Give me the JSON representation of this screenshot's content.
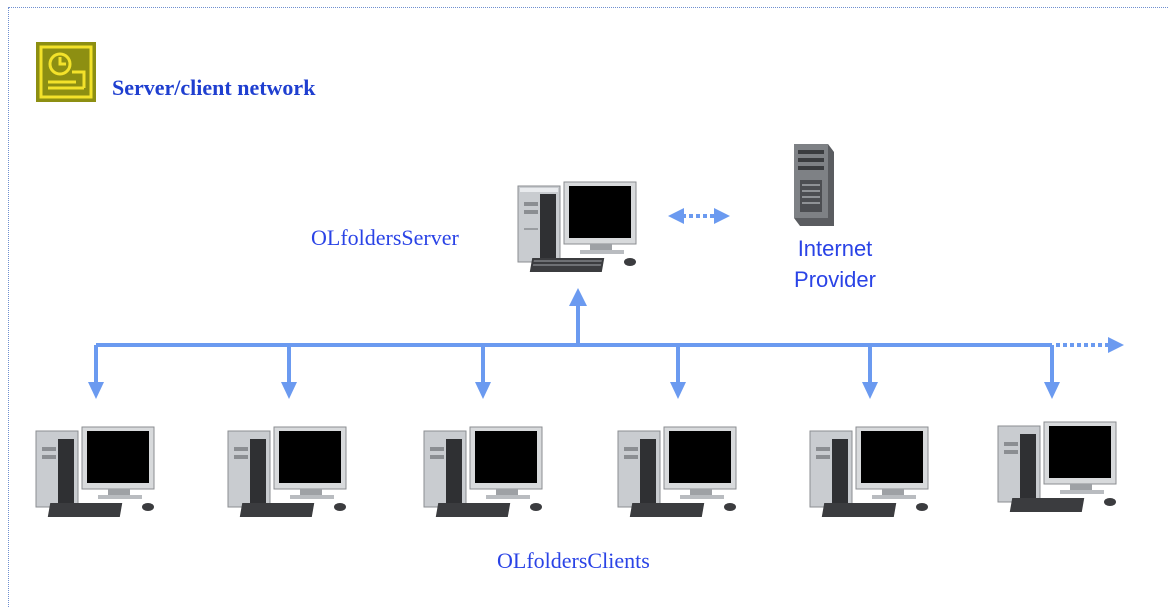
{
  "title": "Server/client network",
  "server": {
    "label": "OLfoldersServer"
  },
  "provider": {
    "line1": "Internet",
    "line2": "Provider"
  },
  "clients": {
    "label": "OLfoldersClients",
    "count": 6
  },
  "colors": {
    "arrow": "#6b9af0",
    "label": "#2a43e6",
    "title": "#1f3fd0",
    "logo_bg": "#8d8f12",
    "logo_accent": "#f3e22a"
  },
  "icons": {
    "logo": "network-app-logo-icon",
    "server": "desktop-computer-icon",
    "provider": "server-tower-icon",
    "client": "desktop-computer-icon"
  }
}
